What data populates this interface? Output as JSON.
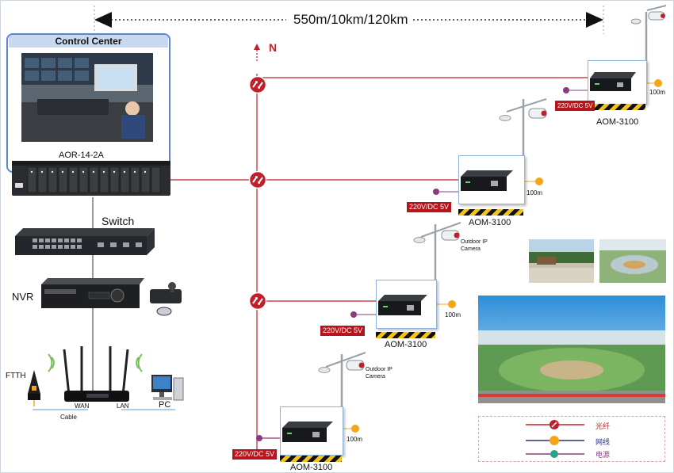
{
  "distance_label": "550m/10km/120km",
  "north_label": "N",
  "control_center": {
    "title": "Control Center"
  },
  "devices": {
    "aor": "AOR-14-2A",
    "switch": "Switch",
    "nvr": "NVR",
    "ftth": "FTTH",
    "wan": "WAN",
    "lan": "LAN",
    "pc": "PC",
    "cable": "Cable"
  },
  "nodes": [
    {
      "model": "AOM-3100",
      "power": "220V/DC 5V",
      "distance": "100m",
      "camera": ""
    },
    {
      "model": "AOM-3100",
      "power": "220V/DC 5V",
      "distance": "100m",
      "camera": ""
    },
    {
      "model": "AOM-3100",
      "power": "220V/DC 5V",
      "distance": "100m",
      "camera": "Outdoor IP Camera"
    },
    {
      "model": "AOM-3100",
      "power": "220V/DC 5V",
      "distance": "100m",
      "camera": "Outdoor IP Camera"
    }
  ],
  "legend": [
    {
      "label": "光纤",
      "color": "#c0202a"
    },
    {
      "label": "网线",
      "color": "#2b2f7f"
    },
    {
      "label": "电源",
      "color": "#8a3a7f"
    }
  ],
  "colors": {
    "fiber": "#c0202a",
    "network": "#2b2f7f",
    "power": "#8a3a7f",
    "accent_orange": "#f5a51c"
  }
}
